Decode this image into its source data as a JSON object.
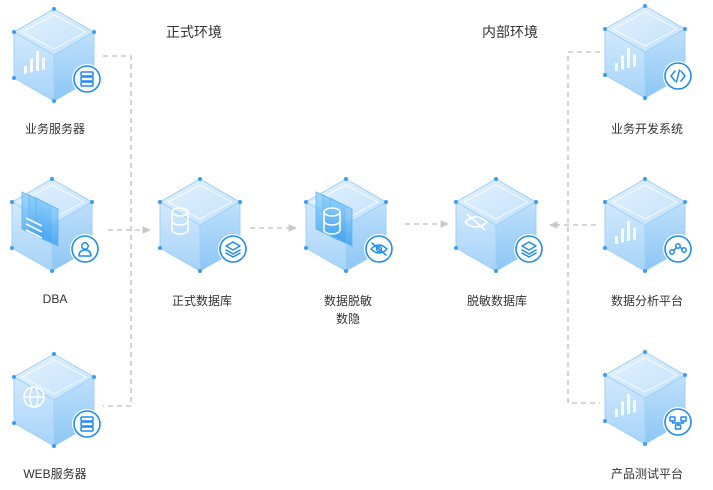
{
  "titles": {
    "production": "正式环境",
    "internal": "内部环境"
  },
  "nodes": {
    "biz_server": {
      "label": "业务服务器",
      "icon": "server-icon"
    },
    "dba": {
      "label": "DBA",
      "icon": "user-icon"
    },
    "web_server": {
      "label": "WEB服务器",
      "icon": "server-icon"
    },
    "prod_db": {
      "label": "正式数据库",
      "icon": "layers-icon"
    },
    "masking": {
      "label_line1": "数据脱敏",
      "label_line2": "数隐",
      "icon": "eye-off-icon"
    },
    "masked_db": {
      "label": "脱敏数据库",
      "icon": "layers-icon"
    },
    "biz_dev": {
      "label": "业务开发系统",
      "icon": "code-icon"
    },
    "data_analysis": {
      "label": "数据分析平台",
      "icon": "share-nodes-icon"
    },
    "product_test": {
      "label": "产品测试平台",
      "icon": "network-icon"
    }
  },
  "colors": {
    "accent": "#1f8cf0",
    "cube_top": "#cfe7fc",
    "cube_left": "#b9dcfa",
    "cube_right": "#9fcff7",
    "edge": "#6fb8f5",
    "connector": "#c8c8c8",
    "text": "#333333"
  }
}
